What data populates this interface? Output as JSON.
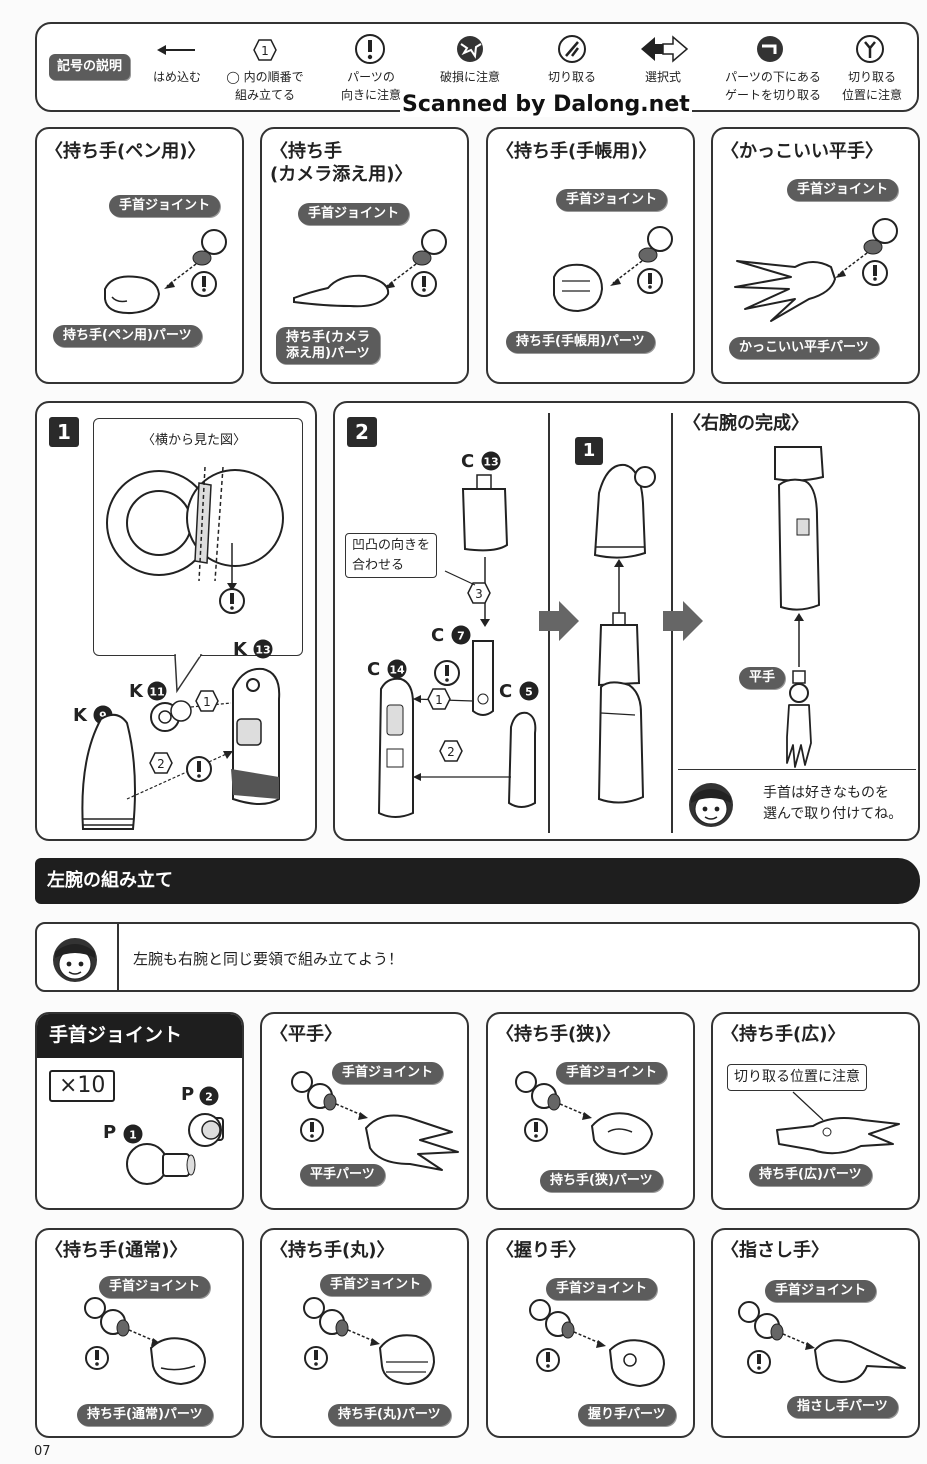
{
  "legend": {
    "title": "記号の説明",
    "items": [
      {
        "label": "はめ込む",
        "icon": "arrow-left-icon"
      },
      {
        "label": "◯ 内の順番で\n組み立てる",
        "icon": "order-number-icon"
      },
      {
        "label": "パーツの\n向きに注意",
        "icon": "caution-orientation-icon"
      },
      {
        "label": "破損に注意",
        "icon": "breakage-icon"
      },
      {
        "label": "切り取る",
        "icon": "cutter-icon"
      },
      {
        "label": "選択式",
        "icon": "choice-arrows-icon"
      },
      {
        "label": "パーツの下にある\nゲートを切り取る",
        "icon": "gate-under-part-icon"
      },
      {
        "label": "切り取る\n位置に注意",
        "icon": "cut-position-icon"
      }
    ]
  },
  "watermark": "Scanned by Dalong.net",
  "joint_label": "手首ジョイント",
  "row1": [
    {
      "title": "〈持ち手(ペン用)〉",
      "part": "持ち手(ペン用)パーツ"
    },
    {
      "title": "〈持ち手\n(カメラ添え用)〉",
      "part": "持ち手(カメラ\n添え用)パーツ"
    },
    {
      "title": "〈持ち手(手帳用)〉",
      "part": "持ち手(手帳用)パーツ"
    },
    {
      "title": "〈かっこいい平手〉",
      "part": "かっこいい平手パーツ"
    }
  ],
  "step1": {
    "num": "1",
    "inset_title": "〈横から見た図〉",
    "parts": {
      "k13": "K",
      "n13": "13",
      "k11": "K",
      "n11": "11",
      "k9": "K",
      "n9": "9"
    },
    "order1": "1",
    "order2": "2"
  },
  "step2": {
    "num": "2",
    "callout": "凹凸の向きを\n合わせる",
    "parts": {
      "c13": "C",
      "n13": "13",
      "c7": "C",
      "n7": "7",
      "c14": "C",
      "n14": "14",
      "c5": "C",
      "n5": "5"
    },
    "order1": "1",
    "order2": "2",
    "order3": "3",
    "ref": "1"
  },
  "complete": {
    "title": "〈右腕の完成〉",
    "hand_label": "平手",
    "note": "手首は好きなものを\n選んで取り付けてね。"
  },
  "left_arm": {
    "band_title": "左腕の組み立て",
    "note": "左腕も右腕と同じ要領で組み立てよう！"
  },
  "wrist_joint": {
    "title": "手首ジョイント",
    "qty": "×10",
    "p2": "P",
    "n2": "2",
    "p1": "P",
    "n1": "1"
  },
  "row3": [
    {
      "title": "〈平手〉",
      "part": "平手パーツ"
    },
    {
      "title": "〈持ち手(狭)〉",
      "part": "持ち手(狭)パーツ"
    },
    {
      "title": "〈持ち手(広)〉",
      "part": "持ち手(広)パーツ",
      "callout": "切り取る位置に注意"
    }
  ],
  "row4": [
    {
      "title": "〈持ち手(通常)〉",
      "part": "持ち手(通常)パーツ"
    },
    {
      "title": "〈持ち手(丸)〉",
      "part": "持ち手(丸)パーツ"
    },
    {
      "title": "〈握り手〉",
      "part": "握り手パーツ"
    },
    {
      "title": "〈指さし手〉",
      "part": "指さし手パーツ"
    }
  ],
  "page_number": "07"
}
